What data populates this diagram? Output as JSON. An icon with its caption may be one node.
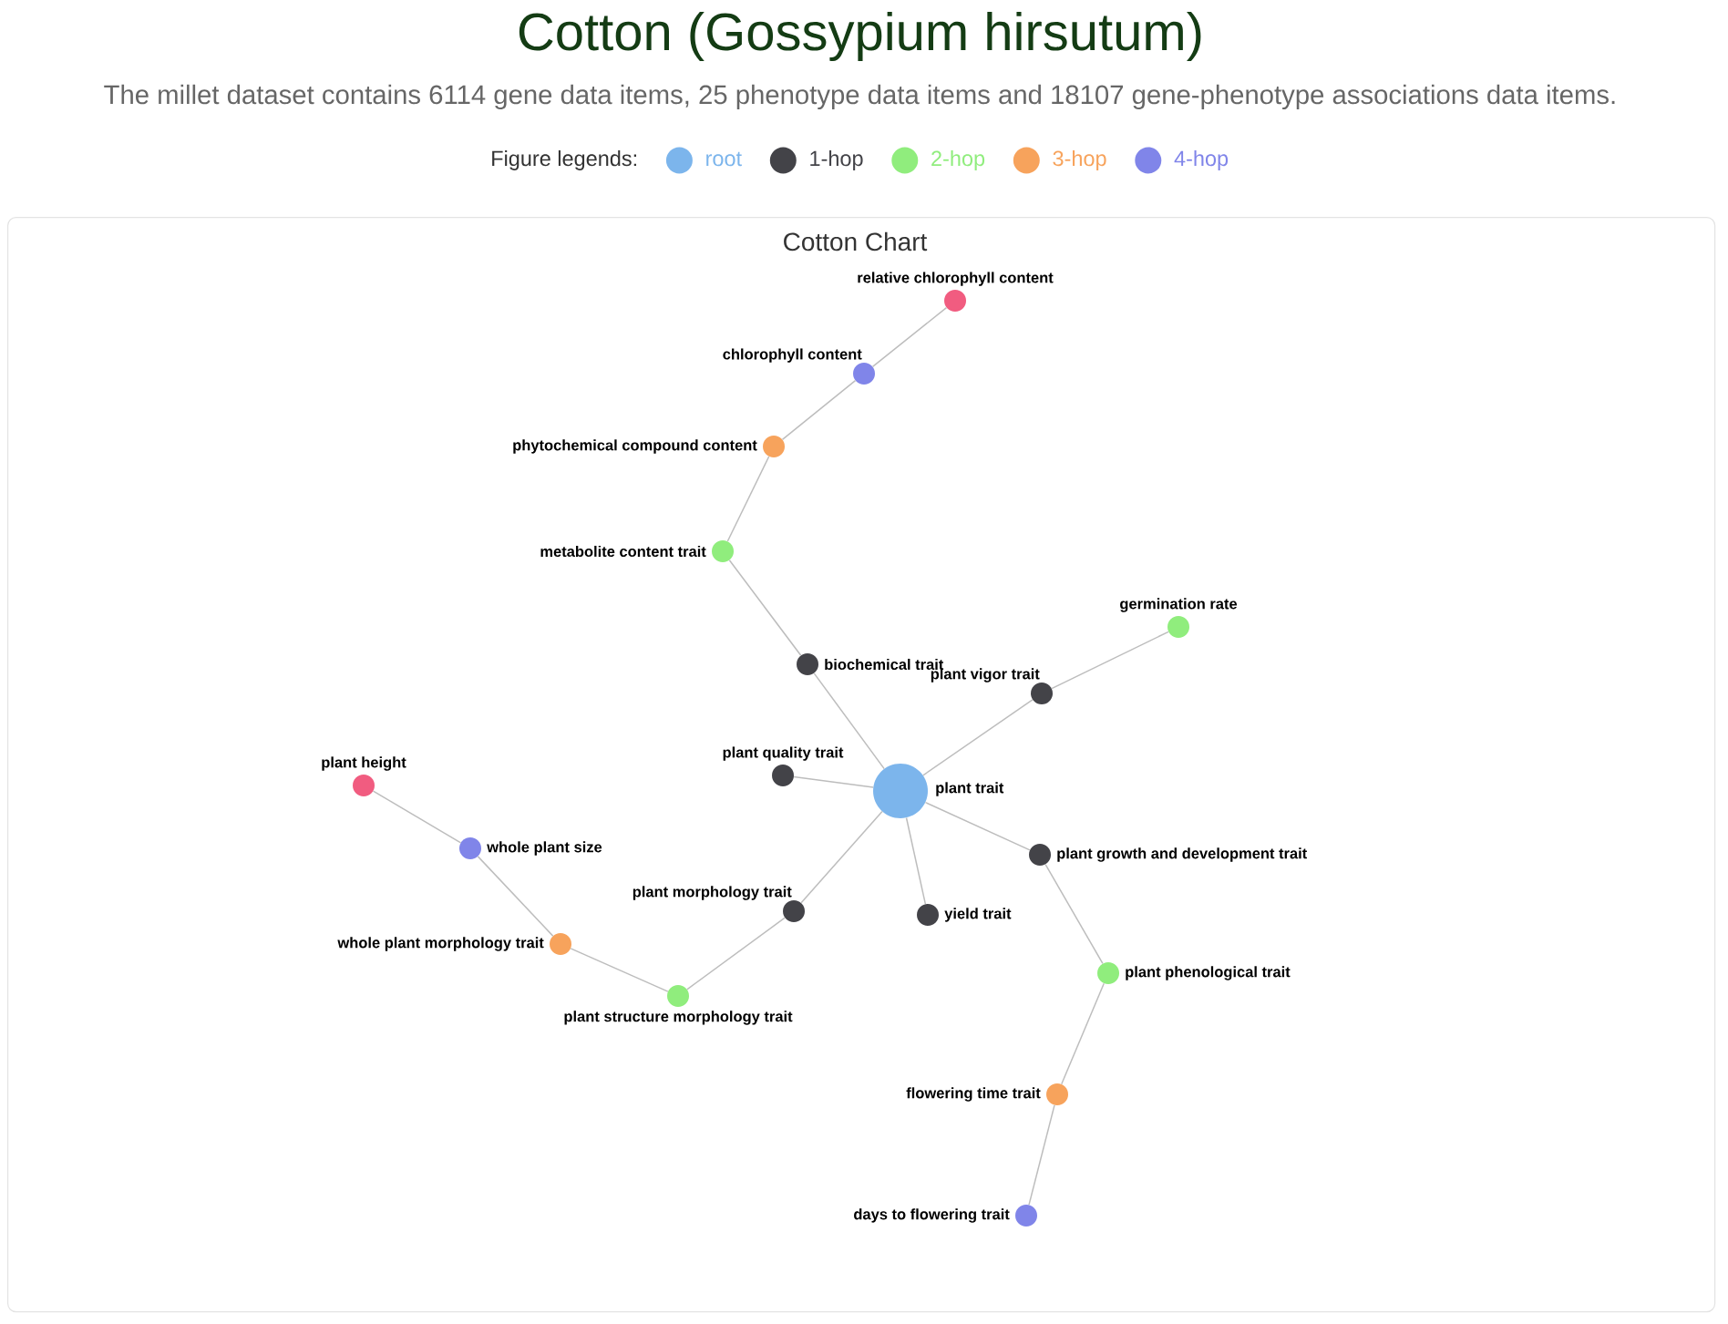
{
  "diagram": {
    "title": "Cotton (Gossypium hirsutum)",
    "nodes": [
      {
        "text": [
          "Cotton Chart"
        ]
      },
      {
        "text": [
          "relative chlorophyll content"
        ],
        "in": 0
      },
      {
        "text": [
          "chlorophyll content"
        ],
        "in": 0
      },
      {
        "text": [
          "phytochemical compound content"
        ],
        "in": 0
      },
      {
        "text": [
          "metabolite content trait"
        ],
        "in": 0
      },
      {
        "text": [
          "germination rate"
        ],
        "in": 0
      },
      {
        "text": [
          "biochemical trait"
        ],
        "in": 0
      },
      {
        "text": [
          "plant vigor trait"
        ],
        "in": 0
      },
      {
        "text": [
          "plant height"
        ],
        "in": 0
      },
      {
        "text": [
          "plant quality trait"
        ],
        "in": 0
      },
      {
        "text": [
          "plant trait"
        ],
        "in": 0
      },
      {
        "text": [
          "whole plant size"
        ],
        "in": 0
      },
      {
        "text": [
          "plant growth and development trait"
        ],
        "in": 0
      },
      {
        "text": [
          "plant morphology trait"
        ],
        "in": 0
      },
      {
        "text": [
          "yield trait"
        ],
        "in": 0
      },
      {
        "text": [
          "whole plant morphology trait"
        ],
        "in": 0
      },
      {
        "text": [
          "plant phenological trait"
        ],
        "in": 0
      },
      {
        "text": [
          "plant structure morphology trait"
        ],
        "in": 0
      },
      {
        "text": [
          "flowering time trait"
        ],
        "in": 0
      },
      {
        "text": [
          "days to flowering trait"
        ],
        "in": 0
      }
    ],
    "edges": [
      {
        "from": 10,
        "to": 6,
        "arrow": "none"
      },
      {
        "from": 6,
        "to": 4,
        "arrow": "none"
      },
      {
        "from": 4,
        "to": 3,
        "arrow": "none"
      },
      {
        "from": 3,
        "to": 2,
        "arrow": "none"
      },
      {
        "from": 2,
        "to": 1,
        "arrow": "none"
      },
      {
        "from": 10,
        "to": 7,
        "arrow": "none"
      },
      {
        "from": 7,
        "to": 5,
        "arrow": "none"
      },
      {
        "from": 10,
        "to": 9,
        "arrow": "none"
      },
      {
        "from": 10,
        "to": 12,
        "arrow": "none"
      },
      {
        "from": 12,
        "to": 16,
        "arrow": "none"
      },
      {
        "from": 16,
        "to": 18,
        "arrow": "none"
      },
      {
        "from": 18,
        "to": 19,
        "arrow": "none"
      },
      {
        "from": 10,
        "to": 13,
        "arrow": "none"
      },
      {
        "from": 13,
        "to": 17,
        "arrow": "none"
      },
      {
        "from": 17,
        "to": 15,
        "arrow": "none"
      },
      {
        "from": 15,
        "to": 11,
        "arrow": "none"
      },
      {
        "from": 11,
        "to": 8,
        "arrow": "none"
      },
      {
        "from": 10,
        "to": 14,
        "arrow": "none"
      }
    ],
    "labels": [
      "The millet dataset contains 6114 gene data items, 25 phenotype data items and 18107 gene-phenotype associations data items.",
      "Figure legends:"
    ],
    "legend": [
      {
        "text": "root",
        "color": "#7cb5ec"
      },
      {
        "text": "1-hop",
        "color": "#434348"
      },
      {
        "text": "2-hop",
        "color": "#90ed7d"
      },
      {
        "text": "3-hop",
        "color": "#f7a35c"
      },
      {
        "text": "4-hop",
        "color": "#8085e9"
      }
    ]
  }
}
